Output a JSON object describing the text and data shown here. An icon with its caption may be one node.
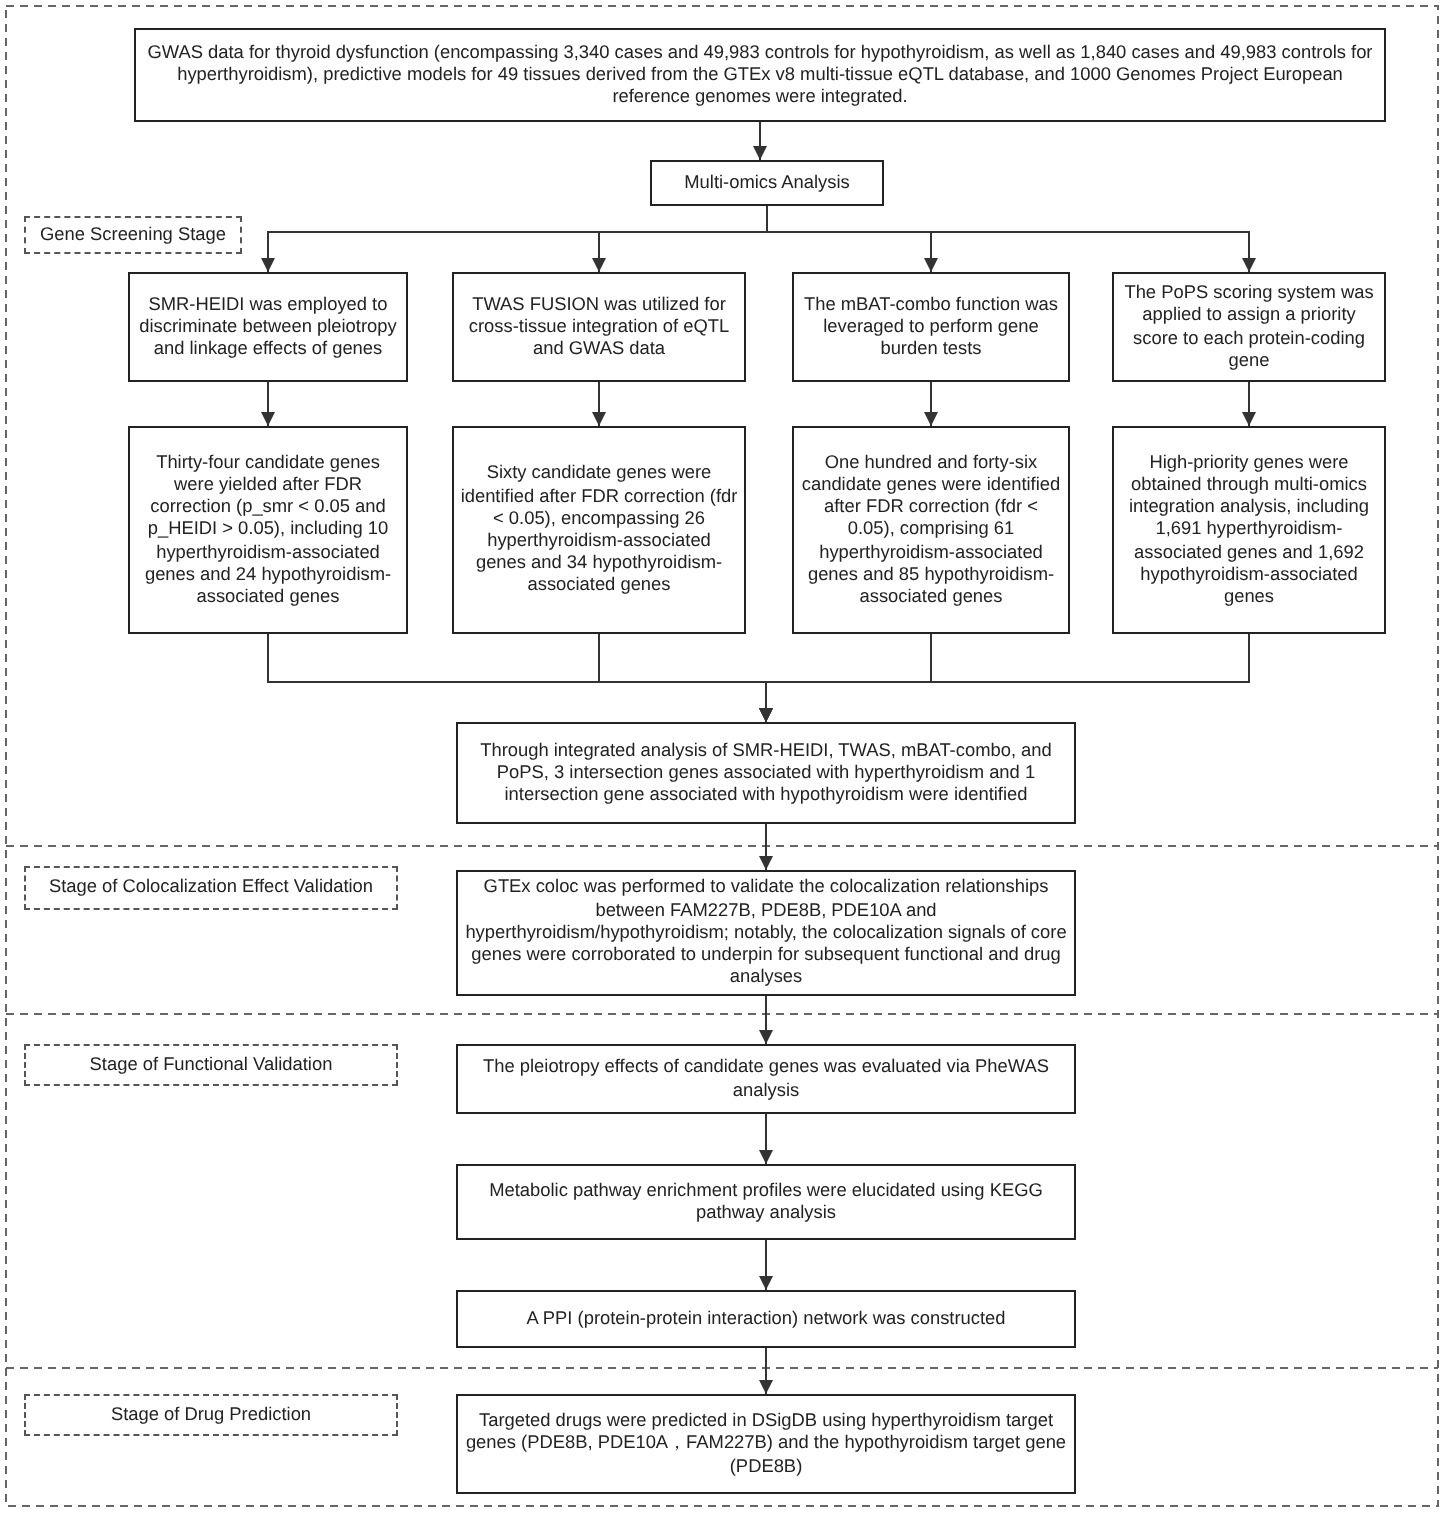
{
  "diagram": {
    "nodes": [
      {
        "text": [
          "GWAS data for thyroid dysfunction (encompassing 3,340 cases and 49,983 controls for hypothyroidism, as well as 1,840 cases and 49,983 controls for hyperthyroidism), predictive models for 49 tissues derived from the GTEx v8 multi-tissue eQTL database, and 1000 Genomes Project European reference genomes were integrated."
        ]
      },
      {
        "text": [
          "Multi-omics Analysis"
        ]
      },
      {
        "text": [
          "Gene Screening Stage"
        ]
      },
      {
        "text": [
          "SMR-HEIDI was employed to discriminate between pleiotropy and linkage effects of genes"
        ]
      },
      {
        "text": [
          "TWAS FUSION was utilized for cross-tissue integration of eQTL and GWAS data"
        ]
      },
      {
        "text": [
          "The mBAT-combo function was leveraged to perform gene burden tests"
        ]
      },
      {
        "text": [
          "The PoPS scoring system was applied to assign a priority score to each protein-coding gene"
        ]
      },
      {
        "text": [
          "Thirty-four candidate genes were yielded after FDR correction (p_smr < 0.05 and p_HEIDI > 0.05), including 10 hyperthyroidism-associated genes and 24 hypothyroidism-associated genes"
        ]
      },
      {
        "text": [
          "Sixty candidate genes were identified after FDR correction (fdr < 0.05), encompassing 26 hyperthyroidism-associated genes and 34 hypothyroidism-associated genes"
        ]
      },
      {
        "text": [
          "One hundred and forty-six candidate genes were identified after FDR correction (fdr < 0.05), comprising 61 hyperthyroidism-associated genes and 85 hypothyroidism-associated genes"
        ]
      },
      {
        "text": [
          "High-priority genes were obtained through multi-omics integration analysis, including 1,691 hyperthyroidism-associated genes and 1,692 hypothyroidism-associated genes"
        ]
      },
      {
        "text": [
          "Through integrated analysis of SMR-HEIDI, TWAS, mBAT-combo, and PoPS, 3 intersection genes associated with hyperthyroidism and 1 intersection gene associated with hypothyroidism were identified"
        ]
      },
      {
        "text": [
          "Stage of Colocalization Effect Validation"
        ]
      },
      {
        "text": [
          "GTEx coloc was performed to validate the colocalization relationships between FAM227B, PDE8B, PDE10A and hyperthyroidism/hypothyroidism; notably, the colocalization signals of core genes were corroborated to underpin for subsequent functional and drug analyses"
        ]
      },
      {
        "text": [
          "Stage of Functional Validation"
        ]
      },
      {
        "text": [
          "The pleiotropy effects of candidate genes was evaluated via PheWAS analysis"
        ]
      },
      {
        "text": [
          "Metabolic pathway enrichment profiles were elucidated using KEGG pathway analysis"
        ]
      },
      {
        "text": [
          "A PPI (protein-protein interaction) network was constructed"
        ]
      },
      {
        "text": [
          "Stage of Drug Prediction"
        ]
      },
      {
        "text": [
          "Targeted drugs were predicted in DSigDB using hyperthyroidism target genes (PDE8B, PDE10A，FAM227B) and the hypothyroidism target gene (PDE8B)"
        ]
      }
    ],
    "edges": [
      {
        "from": 0,
        "to": 1,
        "arrow": "to"
      },
      {
        "from": 1,
        "to": 3,
        "arrow": "to"
      },
      {
        "from": 1,
        "to": 4,
        "arrow": "to"
      },
      {
        "from": 1,
        "to": 5,
        "arrow": "to"
      },
      {
        "from": 1,
        "to": 6,
        "arrow": "to"
      },
      {
        "from": 3,
        "to": 7,
        "arrow": "to"
      },
      {
        "from": 4,
        "to": 8,
        "arrow": "to"
      },
      {
        "from": 5,
        "to": 9,
        "arrow": "to"
      },
      {
        "from": 6,
        "to": 10,
        "arrow": "to"
      },
      {
        "from": 7,
        "to": 11,
        "arrow": "to"
      },
      {
        "from": 8,
        "to": 11,
        "arrow": "to"
      },
      {
        "from": 9,
        "to": 11,
        "arrow": "to"
      },
      {
        "from": 10,
        "to": 11,
        "arrow": "to"
      },
      {
        "from": 11,
        "to": 13,
        "arrow": "to"
      },
      {
        "from": 13,
        "to": 15,
        "arrow": "to"
      },
      {
        "from": 15,
        "to": 16,
        "arrow": "to"
      },
      {
        "from": 16,
        "to": 17,
        "arrow": "to"
      },
      {
        "from": 17,
        "to": 19,
        "arrow": "to"
      }
    ]
  }
}
